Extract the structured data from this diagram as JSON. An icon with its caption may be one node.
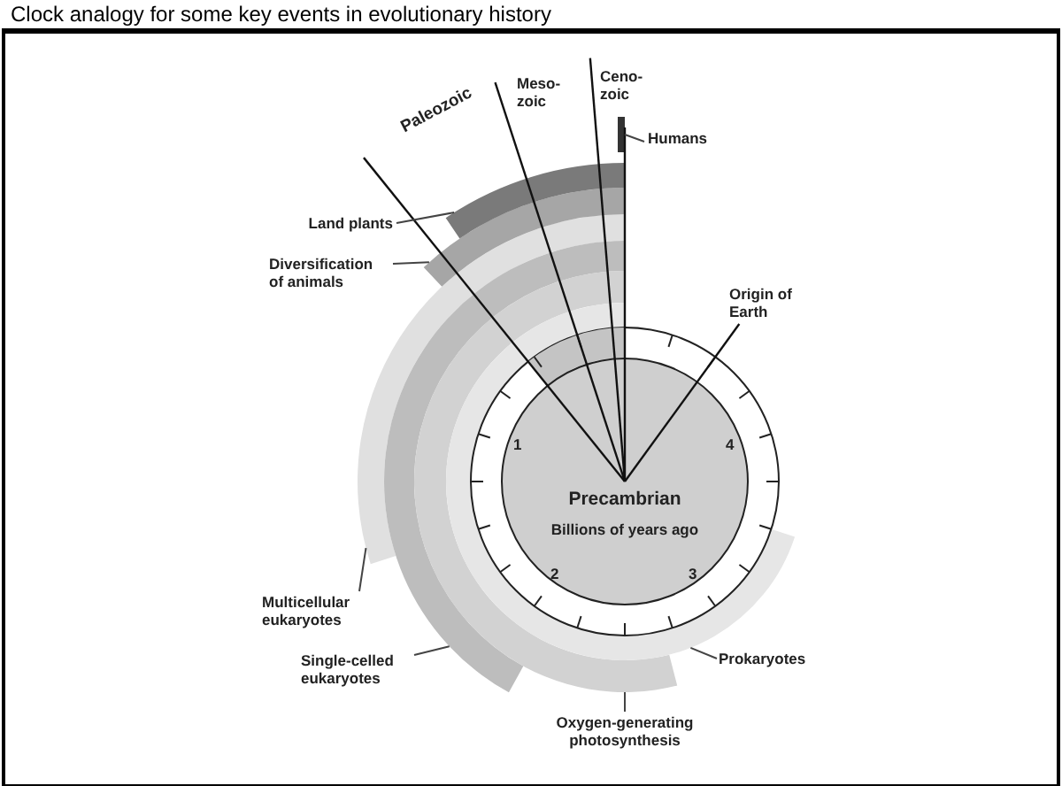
{
  "diagram": {
    "title": "Clock analogy for some key events in evolutionary history",
    "nodes": [
      {
        "text": [
          "Humans"
        ]
      },
      {
        "text": [
          "Land plants"
        ]
      },
      {
        "text": [
          "Diversification of animals"
        ]
      },
      {
        "text": [
          "Precambrian",
          "Billions of years ago"
        ]
      },
      {
        "text": [
          "Multicellular eukaryotes"
        ]
      },
      {
        "text": [
          "Single-celled eukaryotes"
        ]
      },
      {
        "text": [
          "Prokaryotes"
        ]
      },
      {
        "text": [
          "Oxygen-generating photosynthesis"
        ]
      },
      {
        "text": [],
        "shape": "bar"
      },
      {
        "text": [],
        "shape": "arc"
      },
      {
        "text": [],
        "shape": "arc"
      },
      {
        "text": [],
        "shape": "arc"
      },
      {
        "text": [],
        "shape": "arc"
      },
      {
        "text": [],
        "shape": "arc"
      },
      {
        "text": [],
        "shape": "arc"
      }
    ],
    "edges": [
      {
        "from": 0,
        "to": 8,
        "arrow": "none"
      },
      {
        "from": 1,
        "to": 9,
        "arrow": "none"
      },
      {
        "from": 2,
        "to": 10,
        "arrow": "none"
      },
      {
        "from": 4,
        "to": 11,
        "arrow": "none"
      },
      {
        "from": 5,
        "to": 12,
        "arrow": "none"
      },
      {
        "from": 6,
        "to": 13,
        "arrow": "none"
      },
      {
        "from": 7,
        "to": 14,
        "arrow": "none"
      }
    ],
    "labels": [
      "Paleozoic",
      "Meso- zoic",
      "Ceno- zoic",
      "Origin of Earth",
      "1",
      "2",
      "3",
      "4"
    ]
  }
}
